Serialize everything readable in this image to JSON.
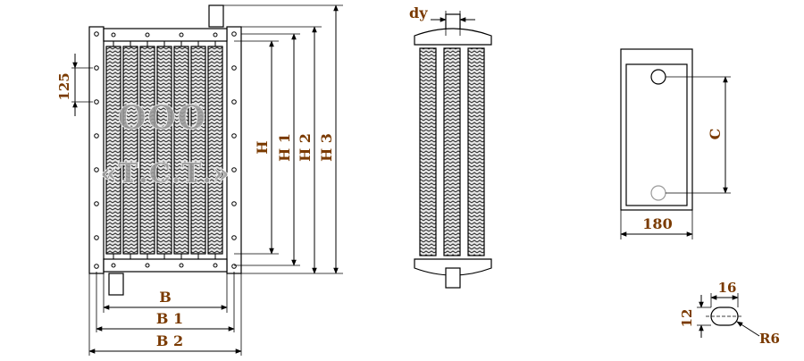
{
  "watermark": {
    "line1": "ООО",
    "line2": "«Т.С.Т.»"
  },
  "front_view": {
    "dim_125": "125",
    "dim_H": "H",
    "dim_H1": "H 1",
    "dim_H2": "H 2",
    "dim_H3": "H 3",
    "dim_B": "B",
    "dim_B1": "B 1",
    "dim_B2": "B 2"
  },
  "side_view": {
    "dim_dy": "dy"
  },
  "plate_view": {
    "dim_C": "C",
    "dim_180": "180"
  },
  "slot_detail": {
    "dim_16": "16",
    "dim_12": "12",
    "dim_R6": "R6"
  },
  "colors": {
    "label": "#7a3a00",
    "line": "#000000",
    "watermark": "#9a9a9a"
  }
}
